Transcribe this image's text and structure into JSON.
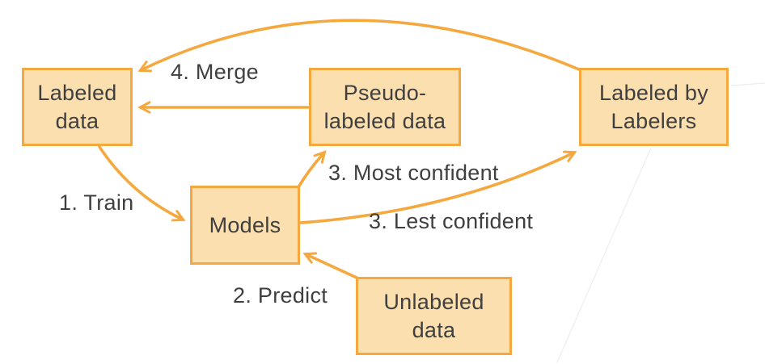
{
  "colors": {
    "accent": "#F5A83E",
    "node_fill": "#FBDFAE",
    "node_text": "#3F3F3F",
    "label_text": "#3F3F3F",
    "faint_line": "#EDEDED"
  },
  "diagram": {
    "nodes": [
      {
        "id": "labeled-data",
        "label": "Labeled\ndata"
      },
      {
        "id": "pseudo-labeled-data",
        "label": "Pseudo-\nlabeled data"
      },
      {
        "id": "labeled-by-labelers",
        "label": "Labeled by\nLabelers"
      },
      {
        "id": "models",
        "label": "Models"
      },
      {
        "id": "unlabeled-data",
        "label": "Unlabeled\ndata"
      }
    ],
    "edges": [
      {
        "id": "train",
        "label": "1. Train",
        "from": "labeled-data",
        "to": "models"
      },
      {
        "id": "predict",
        "label": "2. Predict",
        "from": "unlabeled-data",
        "to": "models"
      },
      {
        "id": "most-confident",
        "label": "3. Most confident",
        "from": "models",
        "to": "pseudo-labeled-data"
      },
      {
        "id": "least-confident",
        "label": "3. Lest confident",
        "from": "models",
        "to": "labeled-by-labelers"
      },
      {
        "id": "merge",
        "label": "4. Merge",
        "from": "labeled-by-labelers",
        "to": "labeled-data"
      },
      {
        "id": "pseudo-to-labeled",
        "label": "",
        "from": "pseudo-labeled-data",
        "to": "labeled-data"
      }
    ]
  }
}
